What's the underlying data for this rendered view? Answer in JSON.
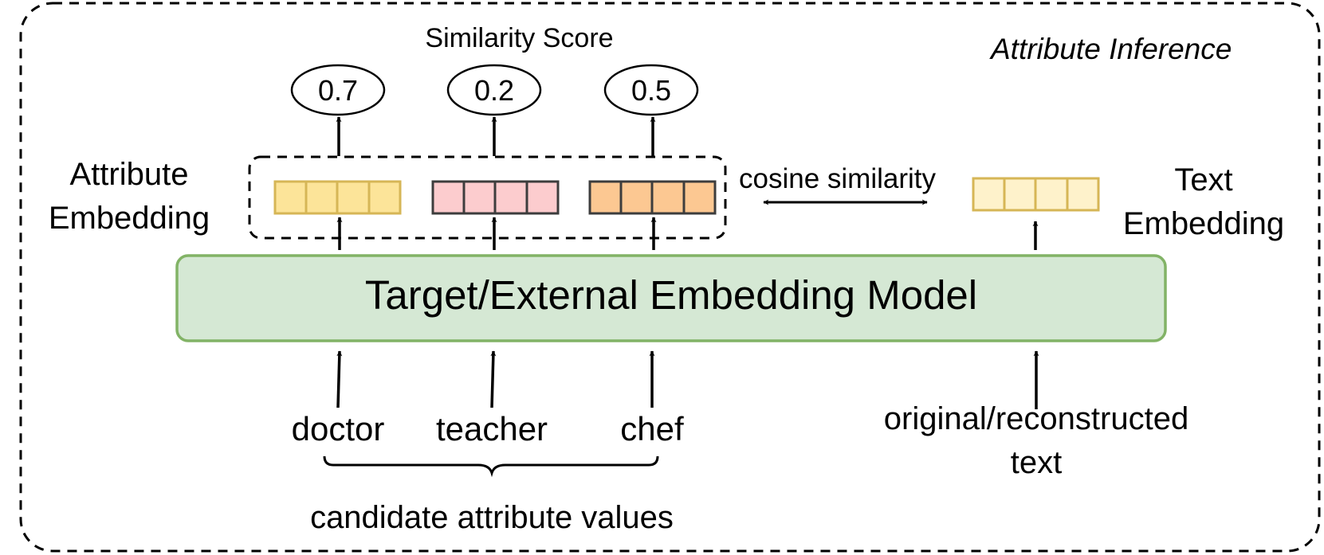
{
  "panel_title": "Attribute Inference",
  "similarity_header": "Similarity Score",
  "scores": [
    "0.7",
    "0.2",
    "0.5"
  ],
  "attribute_embedding_label": [
    "Attribute",
    "Embedding"
  ],
  "text_embedding_label": [
    "Text",
    "Embedding"
  ],
  "cosine_label": "cosine similarity",
  "model_label": "Target/External Embedding Model",
  "candidates": [
    "doctor",
    "teacher",
    "chef"
  ],
  "candidate_group_label": "candidate attribute values",
  "text_input_label": [
    "original/reconstructed",
    "text"
  ],
  "colors": {
    "vector_yellow": "#FCE499",
    "vector_pink": "#FCCCCE",
    "vector_orange": "#FCC892",
    "vector_text": "#FEF2CB",
    "model_fill": "#D5E8D4",
    "model_border": "#82B366",
    "gold_border": "#D6B656",
    "dark_border": "#3D3D3D"
  }
}
